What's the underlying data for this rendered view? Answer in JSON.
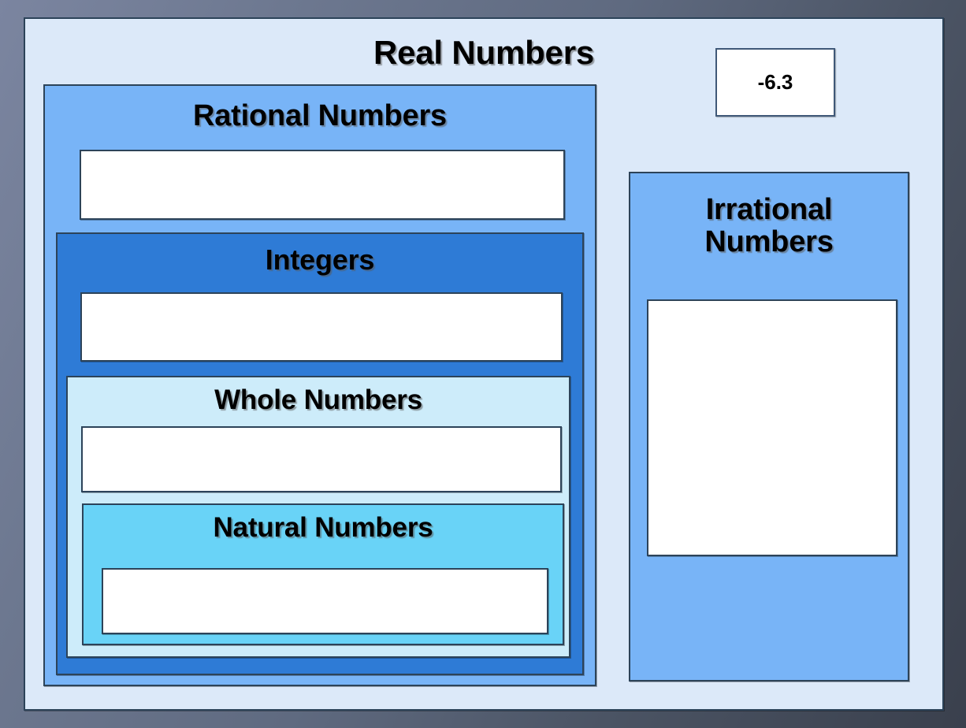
{
  "diagram": {
    "title": "Real Numbers",
    "type": "nested-set-classification"
  },
  "sets": {
    "real": {
      "label": "Real Numbers",
      "color": "#dce9f9",
      "dropzone": {
        "label": "",
        "contents": []
      }
    },
    "rational": {
      "label": "Rational Numbers",
      "color": "#78b4f7",
      "dropzone": {
        "label": "",
        "contents": []
      }
    },
    "integers": {
      "label": "Integers",
      "color": "#2e7bd6",
      "dropzone": {
        "label": "",
        "contents": []
      }
    },
    "whole": {
      "label": "Whole Numbers",
      "color": "#cdecfa",
      "dropzone": {
        "label": "",
        "contents": []
      }
    },
    "natural": {
      "label": "Natural Numbers",
      "color": "#69d3f7",
      "dropzone": {
        "label": "",
        "contents": []
      }
    },
    "irrational": {
      "label": "Irrational Numbers",
      "color": "#78b4f7",
      "dropzone": {
        "label": "",
        "contents": []
      }
    }
  },
  "tiles": [
    {
      "value": "-6.3",
      "placed": false
    }
  ],
  "colors": {
    "border": "#2c4359",
    "backdrop_light": "#7b85a0",
    "backdrop_dark": "#3a404d",
    "tile_background": "#ffffff",
    "tile_border": "#3f5878",
    "dropzone_background": "#ffffff",
    "text": "#000000"
  }
}
